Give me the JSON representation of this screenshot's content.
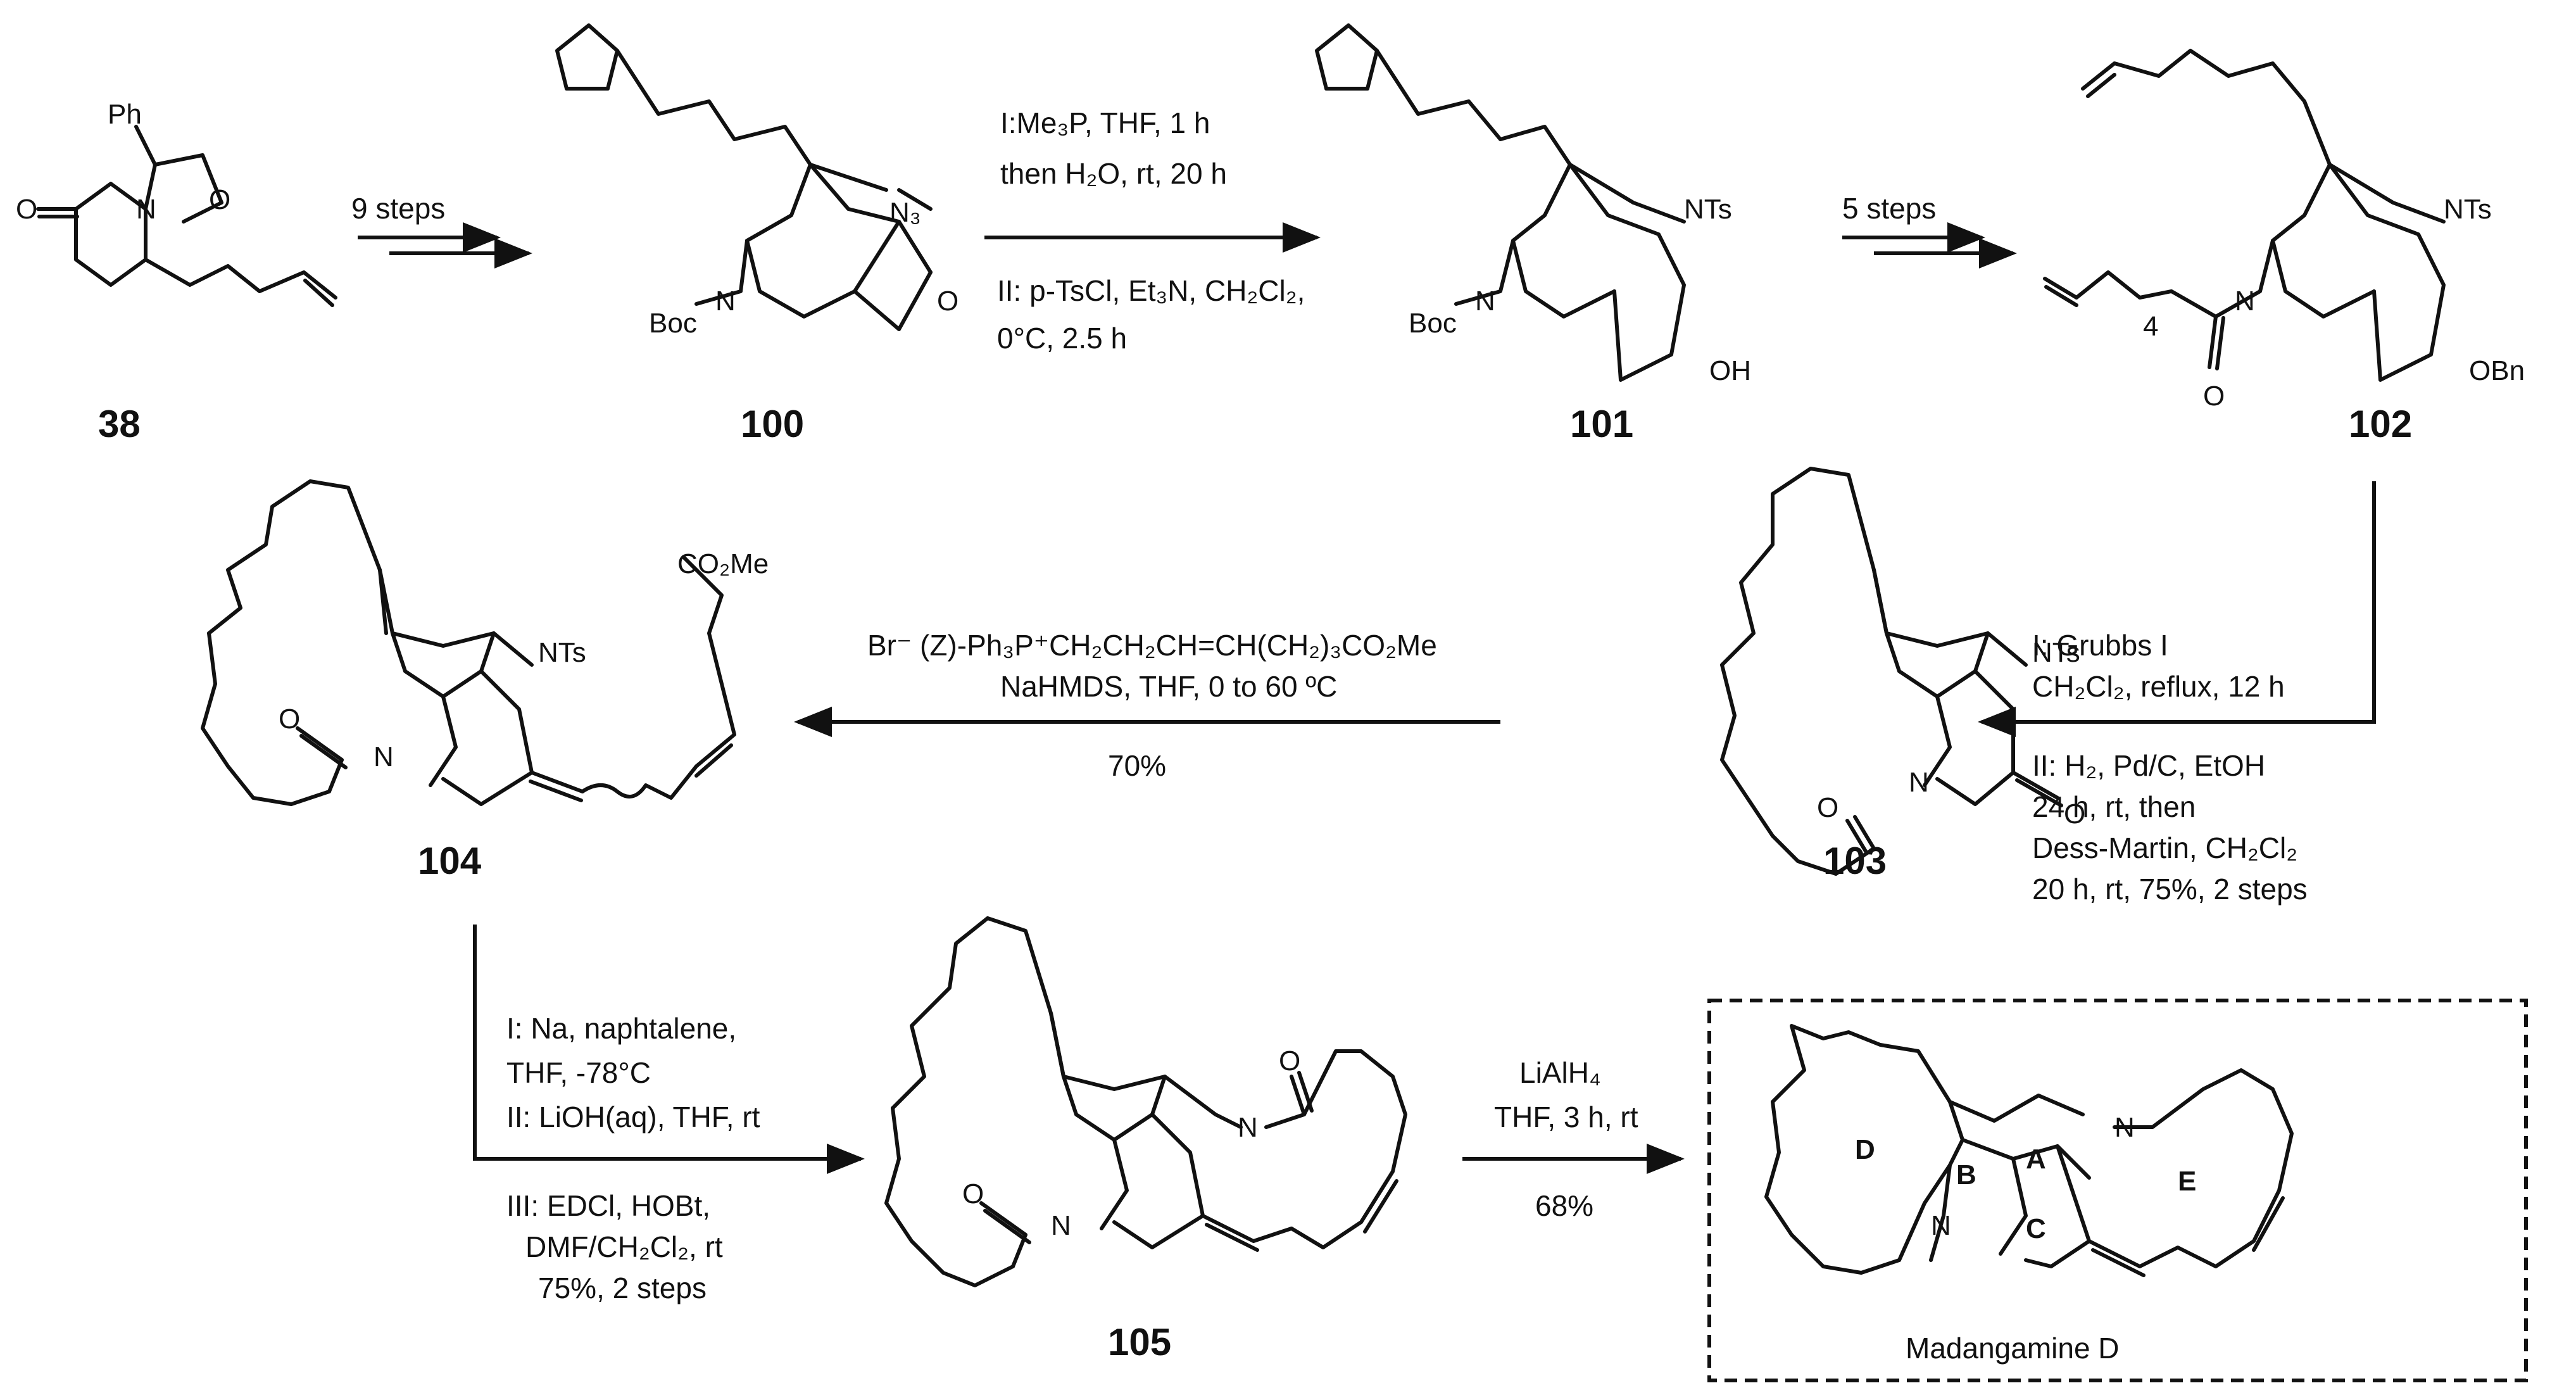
{
  "compounds": {
    "c38": "38",
    "c100": "100",
    "c101": "101",
    "c102": "102",
    "c103": "103",
    "c104": "104",
    "c105": "105"
  },
  "atoms": {
    "ph": "Ph",
    "n": "N",
    "o": "O",
    "nts": "NTs",
    "boc": "Boc",
    "oh": "OH",
    "obn": "OBn",
    "co2me": "CO₂Me",
    "n3": "N₃",
    "four": "4"
  },
  "steps": {
    "s1": "9 steps",
    "s2_line1": "I:Me₃P, THF, 1 h",
    "s2_line2": "then H₂O, rt, 20 h",
    "s2_line3": "II: p-TsCl, Et₃N, CH₂Cl₂,",
    "s2_line4": "0°C, 2.5 h",
    "s3": "5 steps",
    "s4_line1": "I: Grubbs I",
    "s4_line2": "CH₂Cl₂, reflux, 12 h",
    "s4_line3": "II: H₂, Pd/C, EtOH",
    "s4_line4": "24 h, rt, then",
    "s4_line5": "Dess-Martin, CH₂Cl₂",
    "s4_line6": "20 h, rt, 75%, 2 steps",
    "s5_line1": "Br⁻ (Z)-Ph₃P⁺CH₂CH₂CH=CH(CH₂)₃CO₂Me",
    "s5_line2": "NaHMDS, THF, 0 to 60 ºC",
    "s5_line3": "70%",
    "s6_line1": "I: Na, naphtalene,",
    "s6_line2": "THF, -78°C",
    "s6_line3": "II: LiOH(aq), THF, rt",
    "s6_line4": "III: EDCl, HOBt,",
    "s6_line5": "DMF/CH₂Cl₂, rt",
    "s6_line6": "75%, 2 steps",
    "s7_line1": "LiAlH₄",
    "s7_line2": "THF, 3 h, rt",
    "s7_line3": "68%"
  },
  "product": {
    "name": "Madangamine D",
    "ring_a": "A",
    "ring_b": "B",
    "ring_c": "C",
    "ring_d": "D",
    "ring_e": "E"
  }
}
